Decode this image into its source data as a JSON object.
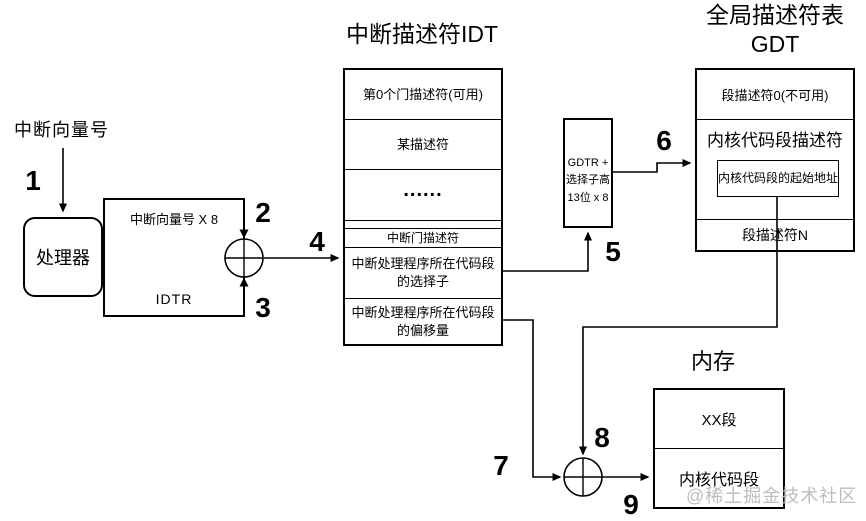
{
  "left": {
    "vector_label": "中断向量号",
    "processor": "处理器",
    "box_top": "中断向量号 X 8",
    "box_bottom": "IDTR"
  },
  "steps": [
    "1",
    "2",
    "3",
    "4",
    "5",
    "6",
    "7",
    "8",
    "9"
  ],
  "idt": {
    "title": "中断描述符IDT",
    "rows": [
      "第0个门描述符(可用)",
      "某描述符",
      "......",
      "",
      "中断门描述符",
      "中断处理程序所在代码段的选择子",
      "中断处理程序所在代码段的偏移量"
    ]
  },
  "gdtr": {
    "line1": "GDTR +",
    "line2": "选择子高",
    "line3": "13位 x 8"
  },
  "gdt": {
    "title_line1": "全局描述符表",
    "title_line2": "GDT",
    "row0": "段描述符0(不可用)",
    "row1": "内核代码段描述符",
    "row1_inner": "内核代码段的起始地址",
    "row2": "段描述符N"
  },
  "memory": {
    "title": "内存",
    "row0": "XX段",
    "row1": "内核代码段"
  },
  "watermark": "@稀土掘金技术社区",
  "colors": {
    "line": "#000000",
    "watermark": "#bdbdbd",
    "background": "#ffffff"
  }
}
